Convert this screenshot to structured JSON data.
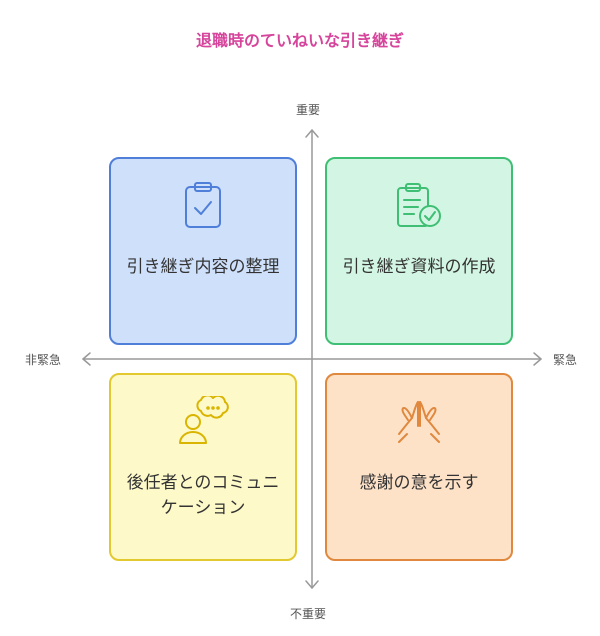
{
  "title": "退職時のていねいな引き継ぎ",
  "axes": {
    "top": "重要",
    "bottom": "不重要",
    "left": "非緊急",
    "right": "緊急",
    "color": "#999999"
  },
  "quadrants": {
    "top_left": {
      "label": "引き継ぎ内容の整理",
      "icon": "clipboard-check-icon",
      "fill": "#cfe0fb",
      "border": "#4f7fd9"
    },
    "top_right": {
      "label": "引き継ぎ資料の作成",
      "icon": "document-check-icon",
      "fill": "#d3f5e3",
      "border": "#3fbf74"
    },
    "bottom_left": {
      "label": "後任者とのコミュニケーション",
      "icon": "speaking-person-icon",
      "fill": "#fdf9c8",
      "border": "#e2c930"
    },
    "bottom_right": {
      "label": "感謝の意を示す",
      "icon": "praying-hands-icon",
      "fill": "#fde2c8",
      "border": "#e0883e"
    }
  }
}
